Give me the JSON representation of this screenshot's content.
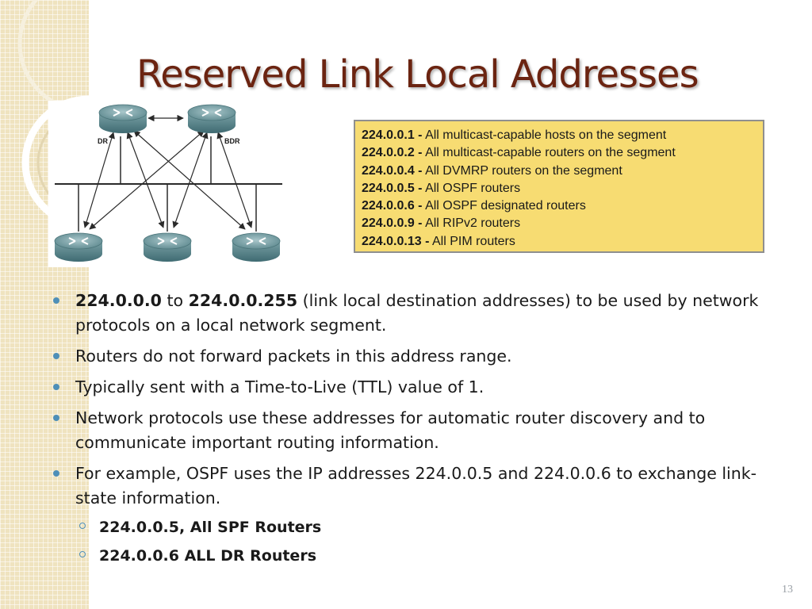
{
  "slide": {
    "title": "Reserved Link Local Addresses",
    "page_number": "13"
  },
  "diagram": {
    "dr_label": "DR",
    "bdr_label": "BDR"
  },
  "addresses": [
    {
      "ip": "224.0.0.1 -",
      "desc": "All multicast-capable hosts on the segment"
    },
    {
      "ip": "224.0.0.2 -",
      "desc": "All multicast-capable routers on the segment"
    },
    {
      "ip": "224.0.0.4 -",
      "desc": "All DVMRP routers on the segment"
    },
    {
      "ip": "224.0.0.5 -",
      "desc": "All OSPF routers"
    },
    {
      "ip": "224.0.0.6 -",
      "desc": "All OSPF designated routers"
    },
    {
      "ip": "224.0.0.9 -",
      "desc": "All RIPv2 routers"
    },
    {
      "ip": "224.0.0.13 -",
      "desc": "All PIM routers"
    }
  ],
  "bullets": {
    "b1": {
      "start_addr": "224.0.0.0",
      "to": "to",
      "end_addr": "224.0.0.255",
      "rest": "(link local destination addresses) to be used by network protocols on a local network segment."
    },
    "b2": "Routers do not forward packets in this address range.",
    "b3": "Typically sent with a Time-to-Live (TTL) value of 1.",
    "b4": "Network protocols use these addresses for automatic router discovery and to communicate important routing information.",
    "b5": "For example, OSPF uses the IP addresses 224.0.0.5 and 224.0.0.6 to exchange link-state information."
  },
  "sub_bullets": [
    "224.0.0.5, All SPF Routers",
    "224.0.0.6 ALL DR Routers"
  ],
  "colors": {
    "title": "#6b2411",
    "bullet": "#4e8fb8",
    "address_box": "#f7dc72",
    "left_band": "#efe3bf"
  }
}
